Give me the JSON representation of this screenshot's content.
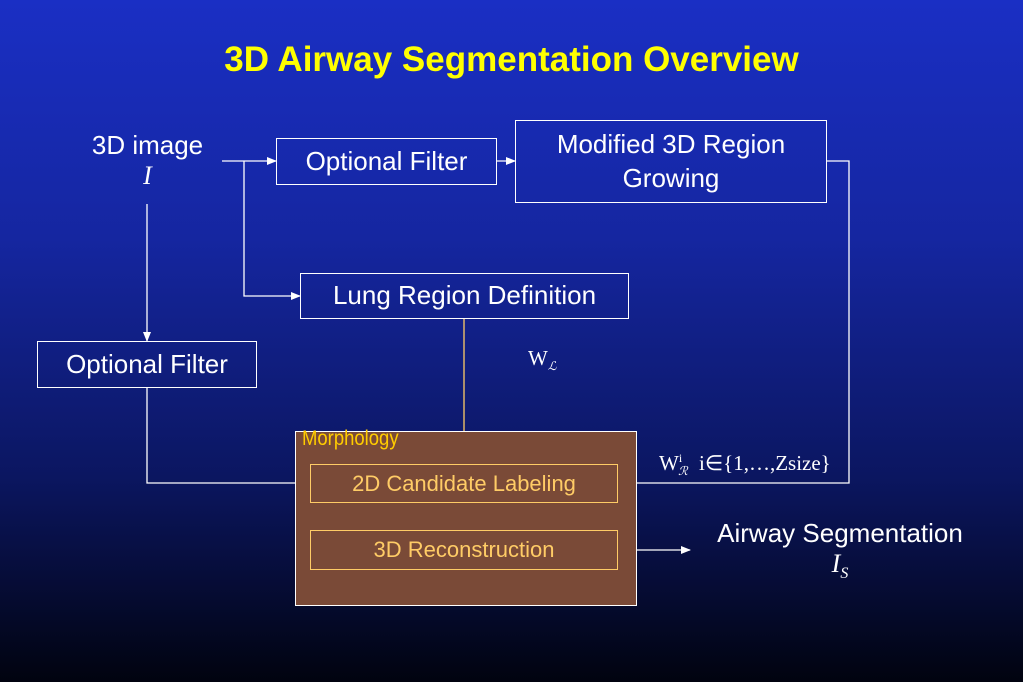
{
  "title": "3D Airway Segmentation Overview",
  "nodes": {
    "input_label": "3D image",
    "input_symbol": "I",
    "optional_filter_top": "Optional Filter",
    "region_growing": "Modified 3D Region Growing",
    "lung_region": "Lung Region Definition",
    "optional_filter_left": "Optional Filter",
    "morphology": "Morphology",
    "candidate_labeling": "2D Candidate Labeling",
    "reconstruction": "3D Reconstruction",
    "output_label": "Airway Segmentation",
    "output_symbol": "I",
    "output_subscript": "S"
  },
  "edge_labels": {
    "lung_weight_base": "W",
    "lung_weight_sub": "ℒ",
    "region_weight_base": "W",
    "region_weight_sup": "i",
    "region_weight_sub": "ℛ",
    "region_weight_range": "i∈{1,…,Zsize}"
  },
  "colors": {
    "title": "#ffff00",
    "box_border": "#ffffff",
    "morphology_fill": "#7a4a37",
    "morphology_text": "#ffcc00",
    "inner_box": "#ffcc66"
  }
}
